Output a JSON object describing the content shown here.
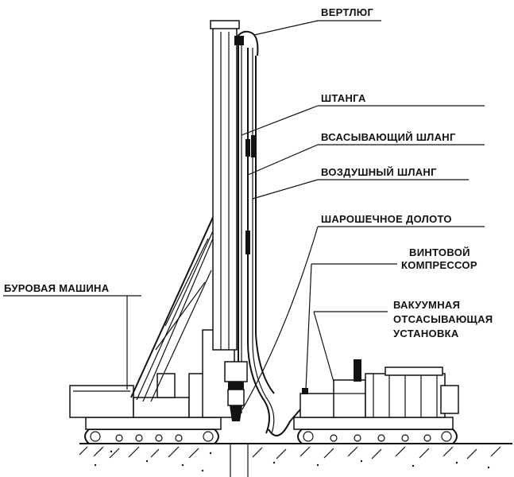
{
  "labels": {
    "swivel": "ВЕРТЛЮГ",
    "rod": "ШТАНГА",
    "suction_hose": "ВСАСЫВАЮЩИЙ ШЛАНГ",
    "air_hose": "ВОЗДУШНЫЙ ШЛАНГ",
    "roller_bit": "ШАРОШЕЧНОЕ ДОЛОТО",
    "screw_compressor_1": "ВИНТОВОЙ",
    "screw_compressor_2": "КОМПРЕССОР",
    "drilling_machine": "БУРОВАЯ МАШИНА",
    "vacuum_unit_1": "ВАКУУМНАЯ",
    "vacuum_unit_2": "ОТСАСЫВАЮЩАЯ",
    "vacuum_unit_3": "УСТАНОВКА"
  },
  "colors": {
    "ink": "#111111",
    "paper": "#ffffff"
  }
}
